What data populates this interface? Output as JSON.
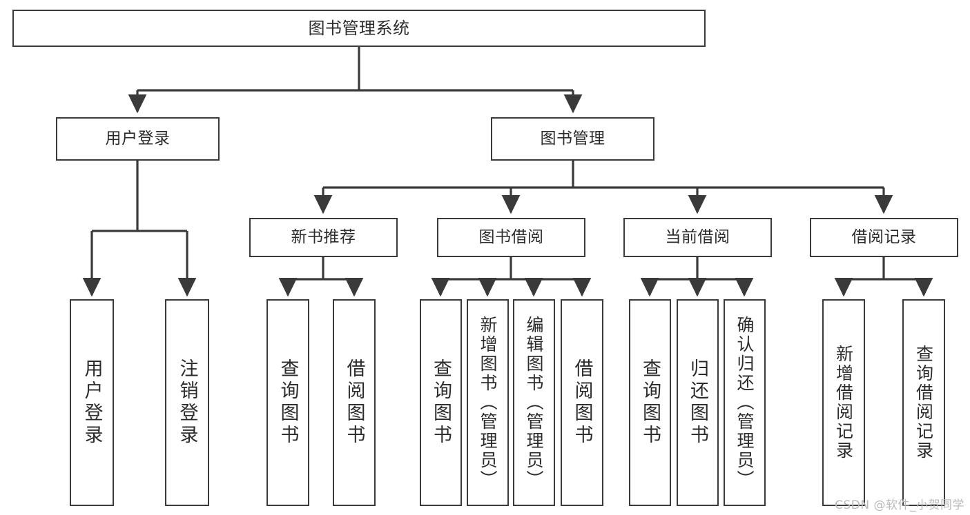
{
  "diagram": {
    "title": "图书管理系统",
    "type": "tree",
    "watermark": "CSDN @软件_小贺同学",
    "colors": {
      "stroke": "#3a3a3a",
      "fill": "#ffffff",
      "text": "#2b2b2b",
      "watermark": "#b9b9b9"
    },
    "levels": {
      "root": "图书管理系统",
      "level2": [
        "用户登录",
        "图书管理"
      ],
      "level3": [
        "新书推荐",
        "图书借阅",
        "当前借阅",
        "借阅记录"
      ]
    },
    "nodes": {
      "root": {
        "label": "图书管理系统"
      },
      "user_login": {
        "label": "用户登录"
      },
      "book_mgmt": {
        "label": "图书管理"
      },
      "new_book_rec": {
        "label": "新书推荐"
      },
      "book_borrow": {
        "label": "图书借阅"
      },
      "current_borrow": {
        "label": "当前借阅"
      },
      "borrow_record": {
        "label": "借阅记录"
      },
      "leaf_user_login": {
        "label": "用户登录"
      },
      "leaf_logout": {
        "label": "注销登录"
      },
      "leaf_query_book_1": {
        "label": "查询图书"
      },
      "leaf_borrow_book_1": {
        "label": "借阅图书"
      },
      "leaf_query_book_2": {
        "label": "查询图书"
      },
      "leaf_add_book_admin": {
        "label": "新增图书（管理员）"
      },
      "leaf_edit_book_admin": {
        "label": "编辑图书（管理员）"
      },
      "leaf_borrow_book_2": {
        "label": "借阅图书"
      },
      "leaf_query_book_3": {
        "label": "查询图书"
      },
      "leaf_return_book": {
        "label": "归还图书"
      },
      "leaf_confirm_return_admin": {
        "label": "确认归还（管理员）"
      },
      "leaf_add_record": {
        "label": "新增借阅记录"
      },
      "leaf_query_record": {
        "label": "查询借阅记录"
      }
    },
    "edges": [
      {
        "from": "root",
        "to": "user_login"
      },
      {
        "from": "root",
        "to": "book_mgmt"
      },
      {
        "from": "user_login",
        "to": "leaf_user_login"
      },
      {
        "from": "user_login",
        "to": "leaf_logout"
      },
      {
        "from": "book_mgmt",
        "to": "new_book_rec"
      },
      {
        "from": "book_mgmt",
        "to": "book_borrow"
      },
      {
        "from": "book_mgmt",
        "to": "current_borrow"
      },
      {
        "from": "book_mgmt",
        "to": "borrow_record"
      },
      {
        "from": "new_book_rec",
        "to": "leaf_query_book_1"
      },
      {
        "from": "new_book_rec",
        "to": "leaf_borrow_book_1"
      },
      {
        "from": "book_borrow",
        "to": "leaf_query_book_2"
      },
      {
        "from": "book_borrow",
        "to": "leaf_add_book_admin"
      },
      {
        "from": "book_borrow",
        "to": "leaf_edit_book_admin"
      },
      {
        "from": "book_borrow",
        "to": "leaf_borrow_book_2"
      },
      {
        "from": "current_borrow",
        "to": "leaf_query_book_3"
      },
      {
        "from": "current_borrow",
        "to": "leaf_return_book"
      },
      {
        "from": "current_borrow",
        "to": "leaf_confirm_return_admin"
      },
      {
        "from": "borrow_record",
        "to": "leaf_add_record"
      },
      {
        "from": "borrow_record",
        "to": "leaf_query_record"
      }
    ]
  }
}
